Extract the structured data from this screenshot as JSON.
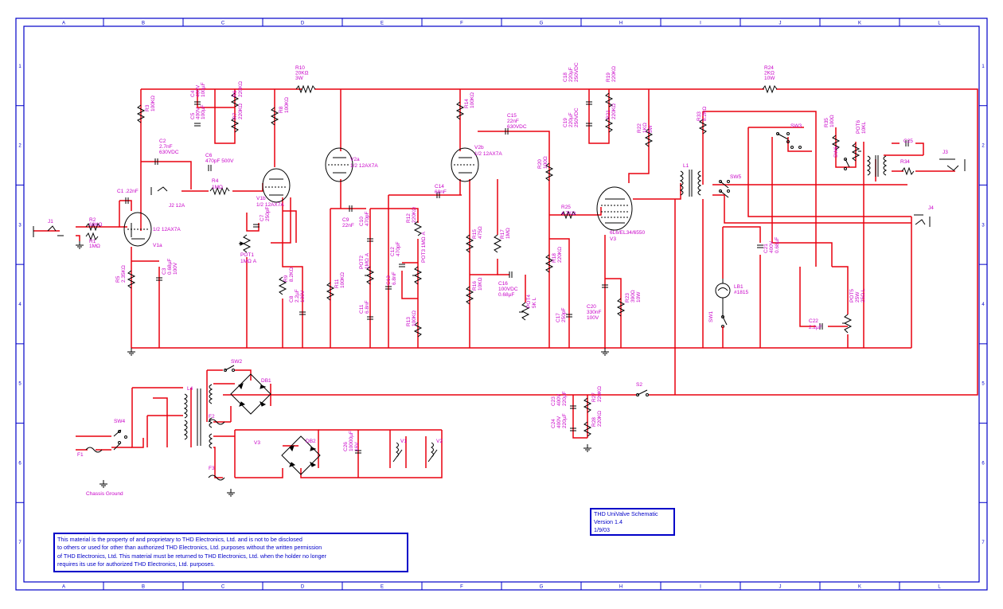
{
  "frame": {
    "columns": [
      "A",
      "B",
      "C",
      "D",
      "E",
      "F",
      "G",
      "H",
      "I",
      "J",
      "K",
      "L"
    ],
    "rows": [
      "1",
      "2",
      "3",
      "4",
      "5",
      "6",
      "7"
    ]
  },
  "title_block": {
    "title": "THD UniValve Schematic",
    "version": "Version 1.4",
    "date": "1/9/03"
  },
  "notice": {
    "lines": [
      "This material is the property of and proprietary to THD Electronics, Ltd. and is not to be disclosed",
      "to others or used for other than authorized THD Electronics, Ltd. purposes without the written permission",
      "of THD Electronics, Ltd.  This material must be returned to THD Electronics, Ltd. when the holder no longer",
      "requires its use for authorized THD Electronics, Ltd. purposes."
    ]
  },
  "labels": {
    "r10": [
      "R10",
      "20KΩ",
      "3W"
    ],
    "r24": [
      "R24",
      "2KΩ",
      "10W"
    ],
    "c4": [
      "C4",
      "400V",
      "100µF"
    ],
    "c5": [
      "C5",
      "400V",
      "100µF"
    ],
    "r6": [
      "R6",
      "220KΩ"
    ],
    "r7": [
      "R7",
      "220KΩ"
    ],
    "r3": [
      "R3",
      "100KΩ"
    ],
    "r8": [
      "R8",
      "100KΩ"
    ],
    "c2": [
      "C2",
      "2.7nF",
      "630VDC"
    ],
    "c6": [
      "C6",
      "470pF 500V"
    ],
    "c1": [
      "C1 .22nF"
    ],
    "r4": [
      "R4",
      "1MΩ"
    ],
    "j2": [
      "J2 12A"
    ],
    "v2a": [
      "V2a",
      "1/2  12AX7A"
    ],
    "v1b": [
      "V1b",
      "1/2  12AX7A"
    ],
    "c7": [
      "C7",
      "250pF"
    ],
    "pot1": [
      "POT1",
      "1MΩ A"
    ],
    "j1": [
      "J1"
    ],
    "r2": [
      "R2",
      "68KΩ"
    ],
    "r1": [
      "R1",
      "1MΩ"
    ],
    "v1a": [
      "1/2  12AX7A",
      "V1a"
    ],
    "r5": [
      "R5",
      "2.35KΩ"
    ],
    "c3": [
      "C3",
      "0.68µF",
      "100V"
    ],
    "r9": [
      "R9",
      "8.2KΩ"
    ],
    "c8": [
      "C8",
      "2.2µF",
      "100V"
    ],
    "r11": [
      "R11",
      "100KΩ"
    ],
    "c9": [
      "C9",
      "22nF"
    ],
    "c10": [
      "C10",
      "470pF"
    ],
    "pot2": [
      "POT2",
      "1MΩ A"
    ],
    "c11": [
      "C11",
      "6.8nF"
    ],
    "c12": [
      "C12",
      "470pF"
    ],
    "c13": [
      "C13",
      "6.8nF"
    ],
    "pot3": [
      "POT3 1MΩ A"
    ],
    "r12": [
      "R12",
      "220KΩ"
    ],
    "r13": [
      "R13",
      "100KΩ"
    ],
    "c14": [
      "C14",
      "68nF"
    ],
    "r14": [
      "R14",
      "100KΩ"
    ],
    "c15": [
      "C15",
      "22nF",
      "630VDC"
    ],
    "v2b": [
      "V2b",
      "1/2  12AX7A"
    ],
    "r15": [
      "R15",
      "475Ω"
    ],
    "r16": [
      "R16",
      "10KΩ"
    ],
    "r17": [
      "R17",
      "1MΩ"
    ],
    "c16": [
      "C16",
      "100VDC",
      "0.68µF"
    ],
    "pot4": [
      "POT4",
      "5K L"
    ],
    "r20": [
      "R20",
      "100Ω"
    ],
    "r25": [
      "R25",
      "4.7KΩ"
    ],
    "r18": [
      "R18",
      "220KΩ"
    ],
    "c17": [
      "C17",
      "250pF"
    ],
    "c18": [
      "C18",
      "220µF",
      "250VDC"
    ],
    "c19": [
      "C19",
      "220µF",
      "250VDC"
    ],
    "r19": [
      "R19",
      "220KΩ"
    ],
    "r21": [
      "R21",
      "220KΩ"
    ],
    "r22": [
      "R22",
      "1KΩ",
      "5W"
    ],
    "v3": [
      "6L6/EL34/6550",
      "V3"
    ],
    "c20": [
      "C20",
      "330nF",
      "100V"
    ],
    "r23": [
      "R23",
      "390Ω",
      "10W"
    ],
    "l1": [
      "L1"
    ],
    "r33": [
      "R33",
      "8.2KΩ"
    ],
    "sw3": [
      "SW3"
    ],
    "sw5": [
      "SW5"
    ],
    "r35": [
      "R35",
      "100Ω"
    ],
    "pot6": [
      "POT6",
      "10KL"
    ],
    "sw6": [
      "SW6"
    ],
    "c25": [
      "C25"
    ],
    "j3": [
      "J3"
    ],
    "r34": [
      "R34"
    ],
    "j4": [
      "J4"
    ],
    "c21": [
      "C21",
      "400V",
      "0.68µF"
    ],
    "lb1": [
      "LB1",
      "#1815"
    ],
    "sw1": [
      "SW1"
    ],
    "c22": [
      "C22",
      "2.2µF"
    ],
    "pot5": [
      "POT5",
      "25W",
      "25Ω L"
    ],
    "sw2": [
      "SW2"
    ],
    "l4": [
      "L4"
    ],
    "db1": [
      "DB1"
    ],
    "f2": [
      "F2"
    ],
    "sw4": [
      "SW4"
    ],
    "f1": [
      "F1"
    ],
    "chassis": [
      "Chassis Ground"
    ],
    "v3h": [
      "V3"
    ],
    "f3": [
      "F3"
    ],
    "db2": [
      "DB2"
    ],
    "c26": [
      "C26",
      "10000µF",
      "16V"
    ],
    "v1h": [
      "V1"
    ],
    "v2h": [
      "V2"
    ],
    "c23": [
      "C23",
      "400V",
      "220µF"
    ],
    "c24": [
      "C24",
      "400V",
      "220µF"
    ],
    "r27": [
      "R27",
      "220KΩ"
    ],
    "r28": [
      "R28",
      "220KΩ"
    ],
    "s2": [
      "S2"
    ]
  },
  "colors": {
    "wire": "#e8000f",
    "component": "#000000",
    "label": "#c800c8",
    "frame": "#0000c8"
  }
}
